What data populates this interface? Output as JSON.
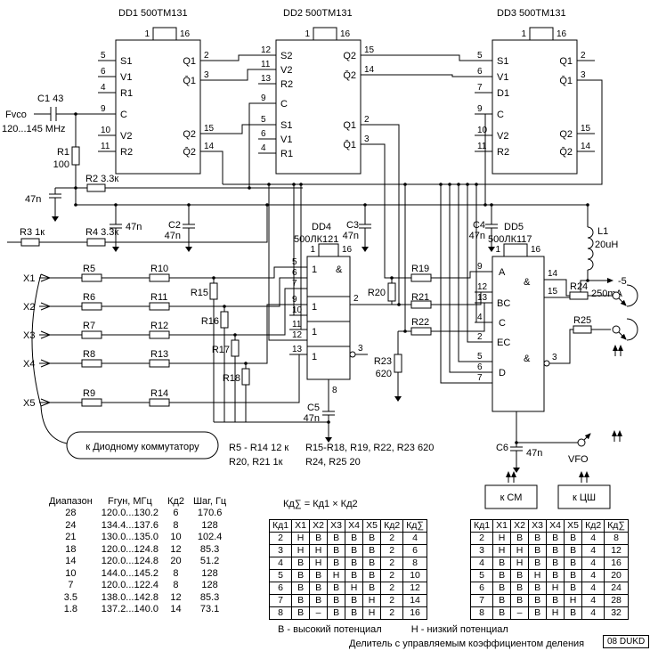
{
  "input": {
    "label": "Fvco",
    "range": "120...145 MHz"
  },
  "chips": {
    "dd1": {
      "title": "DD1  500ТМ131",
      "pin1": "1",
      "pin16": "16",
      "left": [
        {
          "pin": "5",
          "label": "S1"
        },
        {
          "pin": "6",
          "label": "V1"
        },
        {
          "pin": "4",
          "label": "R1"
        },
        {
          "pin": "9",
          "label": "C"
        },
        {
          "pin": "10",
          "label": "V2"
        },
        {
          "pin": "11",
          "label": "R2"
        }
      ],
      "right": [
        {
          "pin": "2",
          "label": "Q1"
        },
        {
          "pin": "3",
          "label": "Q̄1"
        },
        {
          "pin": "15",
          "label": "Q2"
        },
        {
          "pin": "14",
          "label": "Q̄2"
        }
      ]
    },
    "dd2": {
      "title": "DD2  500ТМ131",
      "pin1": "1",
      "pin16": "16",
      "left": [
        {
          "pin": "12",
          "label": "S2"
        },
        {
          "pin": "11",
          "label": "V2"
        },
        {
          "pin": "13",
          "label": "R2"
        },
        {
          "pin": "9",
          "label": "C"
        },
        {
          "pin": "5",
          "label": "S1"
        },
        {
          "pin": "6",
          "label": "V1"
        },
        {
          "pin": "4",
          "label": "R1"
        }
      ],
      "right": [
        {
          "pin": "15",
          "label": "Q2"
        },
        {
          "pin": "14",
          "label": "Q̄2"
        },
        {
          "pin": "2",
          "label": "Q1"
        },
        {
          "pin": "3",
          "label": "Q̄1"
        }
      ]
    },
    "dd3": {
      "title": "DD3  500ТМ131",
      "pin1": "1",
      "pin16": "16",
      "left": [
        {
          "pin": "5",
          "label": "S1"
        },
        {
          "pin": "6",
          "label": "V1"
        },
        {
          "pin": "7",
          "label": "D1"
        },
        {
          "pin": "9",
          "label": "C"
        },
        {
          "pin": "10",
          "label": "V2"
        },
        {
          "pin": "11",
          "label": "R2"
        }
      ],
      "right": [
        {
          "pin": "2",
          "label": "Q1"
        },
        {
          "pin": "3",
          "label": "Q̄1"
        },
        {
          "pin": "15",
          "label": "Q2"
        },
        {
          "pin": "14",
          "label": "Q̄2"
        }
      ]
    },
    "dd4": {
      "name": "DD4",
      "part": "500ЛК121",
      "pin1": "1",
      "pin16": "16",
      "pin_bottom": "8",
      "pins_left": [
        "5",
        "6",
        "7",
        "9",
        "10",
        "11",
        "12",
        "13"
      ],
      "pins_right": [
        "2",
        "3"
      ],
      "or_label": "1",
      "and_label": "&"
    },
    "dd5": {
      "name": "DD5",
      "part": "500ЛК117",
      "pin1": "1",
      "pin16": "16",
      "pins_left": [
        "9",
        "12",
        "13",
        "4",
        "2",
        "5",
        "6",
        "7"
      ],
      "section_labels": [
        "A",
        "BC",
        "C",
        "EC",
        "D"
      ],
      "pins_right": [
        "14",
        "15",
        "3"
      ],
      "and_label": "&"
    }
  },
  "components": {
    "c1": "C1 43",
    "r1": "R1",
    "r1_val": "100",
    "cap_val": "47n",
    "r2": "R2 3.3к",
    "r3": "R3 1к",
    "r4": "R4 3.3к",
    "c2": "C2",
    "c3": "C3",
    "c4": "C4",
    "c5": "C5",
    "c6": "C6",
    "x_inputs": [
      "X1",
      "X2",
      "X3",
      "X4",
      "X5"
    ],
    "r_row1": [
      "R5",
      "R6",
      "R7",
      "R8",
      "R9"
    ],
    "r_row2": [
      "R10",
      "R11",
      "R12",
      "R13",
      "R14"
    ],
    "r_pull": [
      "R15",
      "R16",
      "R17",
      "R18"
    ],
    "r19": "R19",
    "r20": "R20",
    "r21": "R21",
    "r22": "R22",
    "r23": "R23",
    "r23_val": "620",
    "r24": "R24",
    "r25": "R25",
    "l1": "L1",
    "l1_val": "20uH",
    "supply": "-5",
    "supply_current": "250mA"
  },
  "connectors": {
    "vfo": "VFO",
    "sm": "к СМ",
    "tsh": "к ЦШ",
    "diode": "к Диодному коммутатору"
  },
  "notes": [
    "R5 - R14 12 к",
    "R15-R18, R19, R22, R23  620",
    "R20, R21  1к",
    "R24, R25  20"
  ],
  "formula": "Кд∑ = Кд1 × Кд2",
  "band_table": {
    "headers": [
      "Диапазон",
      "Fгун, МГц",
      "Кд2",
      "Шаг, Гц"
    ],
    "rows": [
      [
        "28",
        "120.0...130.2",
        "6",
        "170.6"
      ],
      [
        "24",
        "134.4...137.6",
        "8",
        "128"
      ],
      [
        "21",
        "130.0...135.0",
        "10",
        "102.4"
      ],
      [
        "18",
        "120.0...124.8",
        "12",
        "85.3"
      ],
      [
        "14",
        "120.0...124.8",
        "20",
        "51.2"
      ],
      [
        "10",
        "144.0...145.2",
        "8",
        "128"
      ],
      [
        "7",
        "120.0...122.4",
        "8",
        "128"
      ],
      [
        "3.5",
        "138.0...142.8",
        "12",
        "85.3"
      ],
      [
        "1.8",
        "137.2...140.0",
        "14",
        "73.1"
      ]
    ]
  },
  "truth_tables": [
    {
      "headers": [
        "Кд1",
        "X1",
        "X2",
        "X3",
        "X4",
        "X5",
        "Кд2",
        "Кд∑"
      ],
      "rows": [
        [
          "2",
          "Н",
          "В",
          "В",
          "В",
          "В",
          "2",
          "4"
        ],
        [
          "3",
          "Н",
          "Н",
          "В",
          "В",
          "В",
          "2",
          "6"
        ],
        [
          "4",
          "В",
          "Н",
          "В",
          "В",
          "В",
          "2",
          "8"
        ],
        [
          "5",
          "В",
          "В",
          "Н",
          "В",
          "В",
          "2",
          "10"
        ],
        [
          "6",
          "В",
          "В",
          "В",
          "Н",
          "В",
          "2",
          "12"
        ],
        [
          "7",
          "В",
          "В",
          "В",
          "В",
          "Н",
          "2",
          "14"
        ],
        [
          "8",
          "В",
          "–",
          "В",
          "В",
          "Н",
          "2",
          "16"
        ]
      ]
    },
    {
      "headers": [
        "Кд1",
        "X1",
        "X2",
        "X3",
        "X4",
        "X5",
        "Кд2",
        "Кд∑"
      ],
      "rows": [
        [
          "2",
          "Н",
          "В",
          "В",
          "В",
          "В",
          "4",
          "8"
        ],
        [
          "3",
          "Н",
          "Н",
          "В",
          "В",
          "В",
          "4",
          "12"
        ],
        [
          "4",
          "В",
          "Н",
          "В",
          "В",
          "В",
          "4",
          "16"
        ],
        [
          "5",
          "В",
          "В",
          "Н",
          "В",
          "В",
          "4",
          "20"
        ],
        [
          "6",
          "В",
          "В",
          "В",
          "Н",
          "В",
          "4",
          "24"
        ],
        [
          "7",
          "В",
          "В",
          "В",
          "В",
          "Н",
          "4",
          "28"
        ],
        [
          "8",
          "В",
          "–",
          "В",
          "Н",
          "В",
          "4",
          "32"
        ]
      ]
    }
  ],
  "legend": {
    "high": "В - высокий потенциал",
    "low": "Н - низкий потенциал"
  },
  "caption": "Делитель с управляемым коэффициентом деления",
  "badge": "08 DUKD"
}
